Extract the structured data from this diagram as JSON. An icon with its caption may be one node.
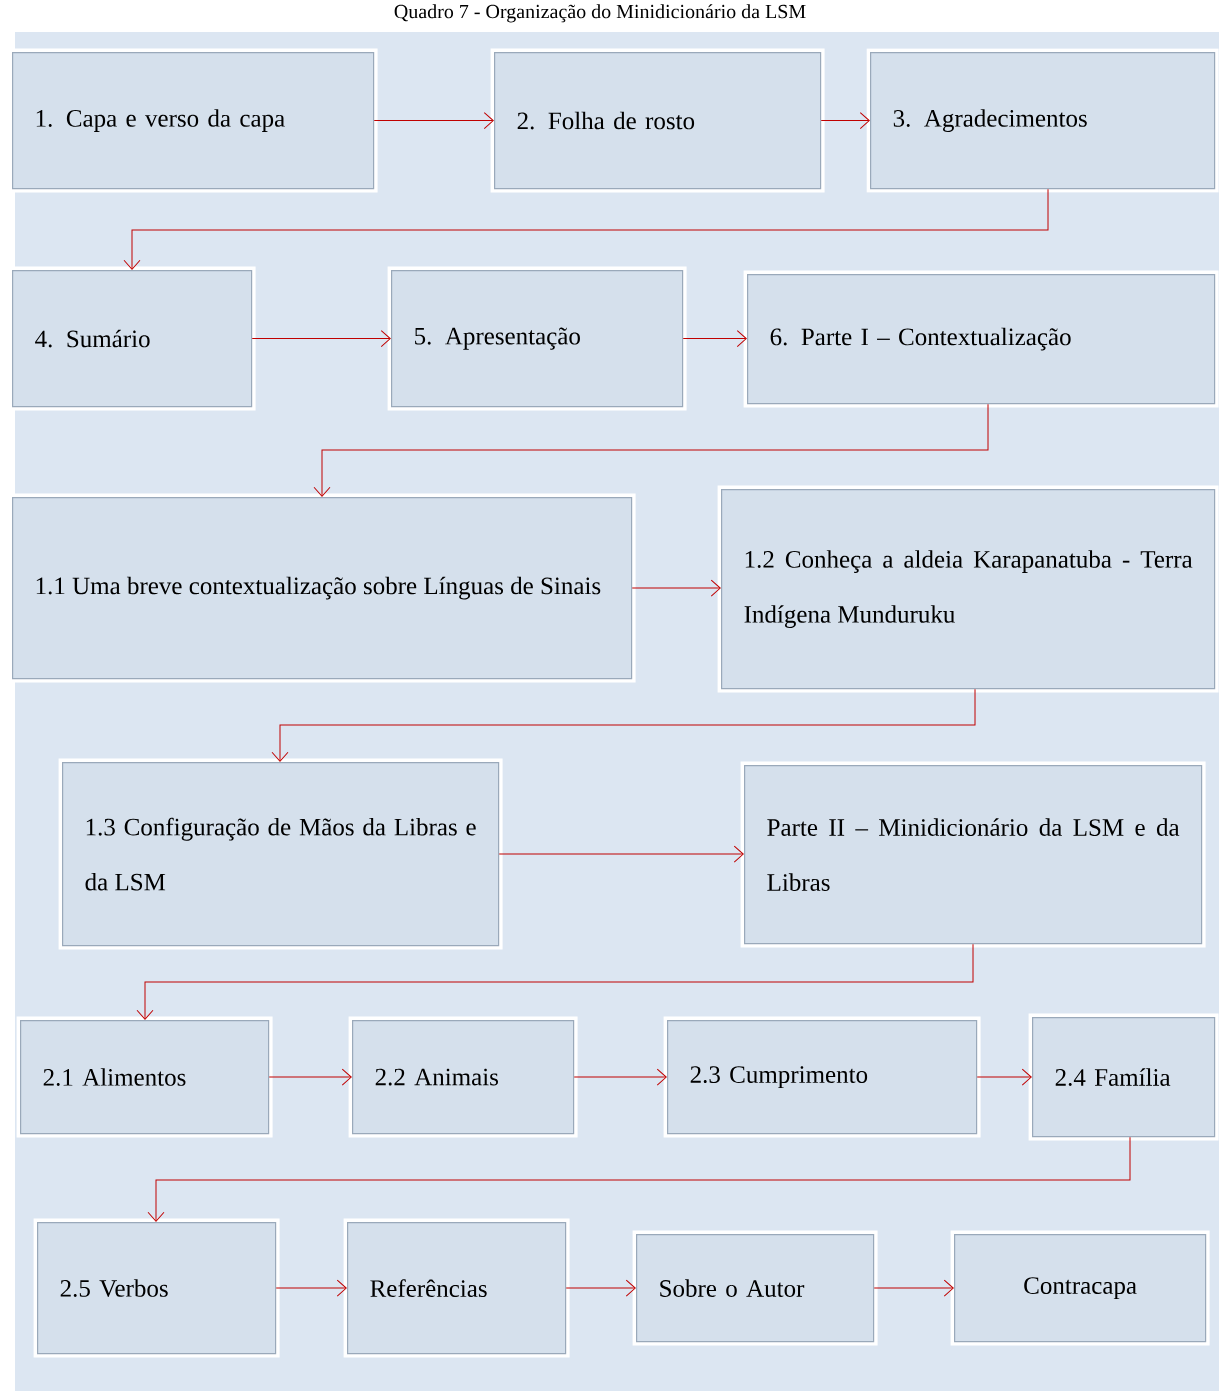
{
  "diagram": {
    "title": "Quadro 7 - Organização do Minidicionário da LSM",
    "nodes": [
      {
        "text": [
          "1. Capa e verso da capa"
        ]
      },
      {
        "text": [
          "2. Folha de rosto"
        ]
      },
      {
        "text": [
          "3. Agradecimentos"
        ]
      },
      {
        "text": [
          "4. Sumário"
        ]
      },
      {
        "text": [
          "5. Apresentação"
        ]
      },
      {
        "text": [
          "6. Parte I – Contextualização"
        ]
      },
      {
        "text": [
          "1.1 Uma breve contextualização sobre Línguas de Sinais"
        ]
      },
      {
        "text": [
          "1.2 Conheça a aldeia Karapanatuba - Terra Indígena Munduruku"
        ]
      },
      {
        "text": [
          "1.3 Configuração de Mãos da Libras e da LSM"
        ]
      },
      {
        "text": [
          "Parte II – Minidicionário da LSM e da Libras"
        ]
      },
      {
        "text": [
          "2.1 Alimentos"
        ]
      },
      {
        "text": [
          "2.2 Animais"
        ]
      },
      {
        "text": [
          "2.3 Cumprimento"
        ]
      },
      {
        "text": [
          "2.4 Família"
        ]
      },
      {
        "text": [
          "2.5 Verbos"
        ]
      },
      {
        "text": [
          "Referências"
        ]
      },
      {
        "text": [
          "Sobre o Autor"
        ]
      },
      {
        "text": [
          "Contracapa"
        ]
      }
    ],
    "edges": [
      {
        "from": 0,
        "to": 1,
        "arrow": "to"
      },
      {
        "from": 1,
        "to": 2,
        "arrow": "to"
      },
      {
        "from": 2,
        "to": 3,
        "arrow": "to"
      },
      {
        "from": 3,
        "to": 4,
        "arrow": "to"
      },
      {
        "from": 4,
        "to": 5,
        "arrow": "to"
      },
      {
        "from": 5,
        "to": 6,
        "arrow": "to"
      },
      {
        "from": 6,
        "to": 7,
        "arrow": "to"
      },
      {
        "from": 7,
        "to": 8,
        "arrow": "to"
      },
      {
        "from": 8,
        "to": 9,
        "arrow": "to"
      },
      {
        "from": 9,
        "to": 10,
        "arrow": "to"
      },
      {
        "from": 10,
        "to": 11,
        "arrow": "to"
      },
      {
        "from": 11,
        "to": 12,
        "arrow": "to"
      },
      {
        "from": 12,
        "to": 13,
        "arrow": "to"
      },
      {
        "from": 13,
        "to": 14,
        "arrow": "to"
      },
      {
        "from": 14,
        "to": 15,
        "arrow": "to"
      },
      {
        "from": 15,
        "to": 16,
        "arrow": "to"
      },
      {
        "from": 16,
        "to": 17,
        "arrow": "to"
      }
    ]
  }
}
